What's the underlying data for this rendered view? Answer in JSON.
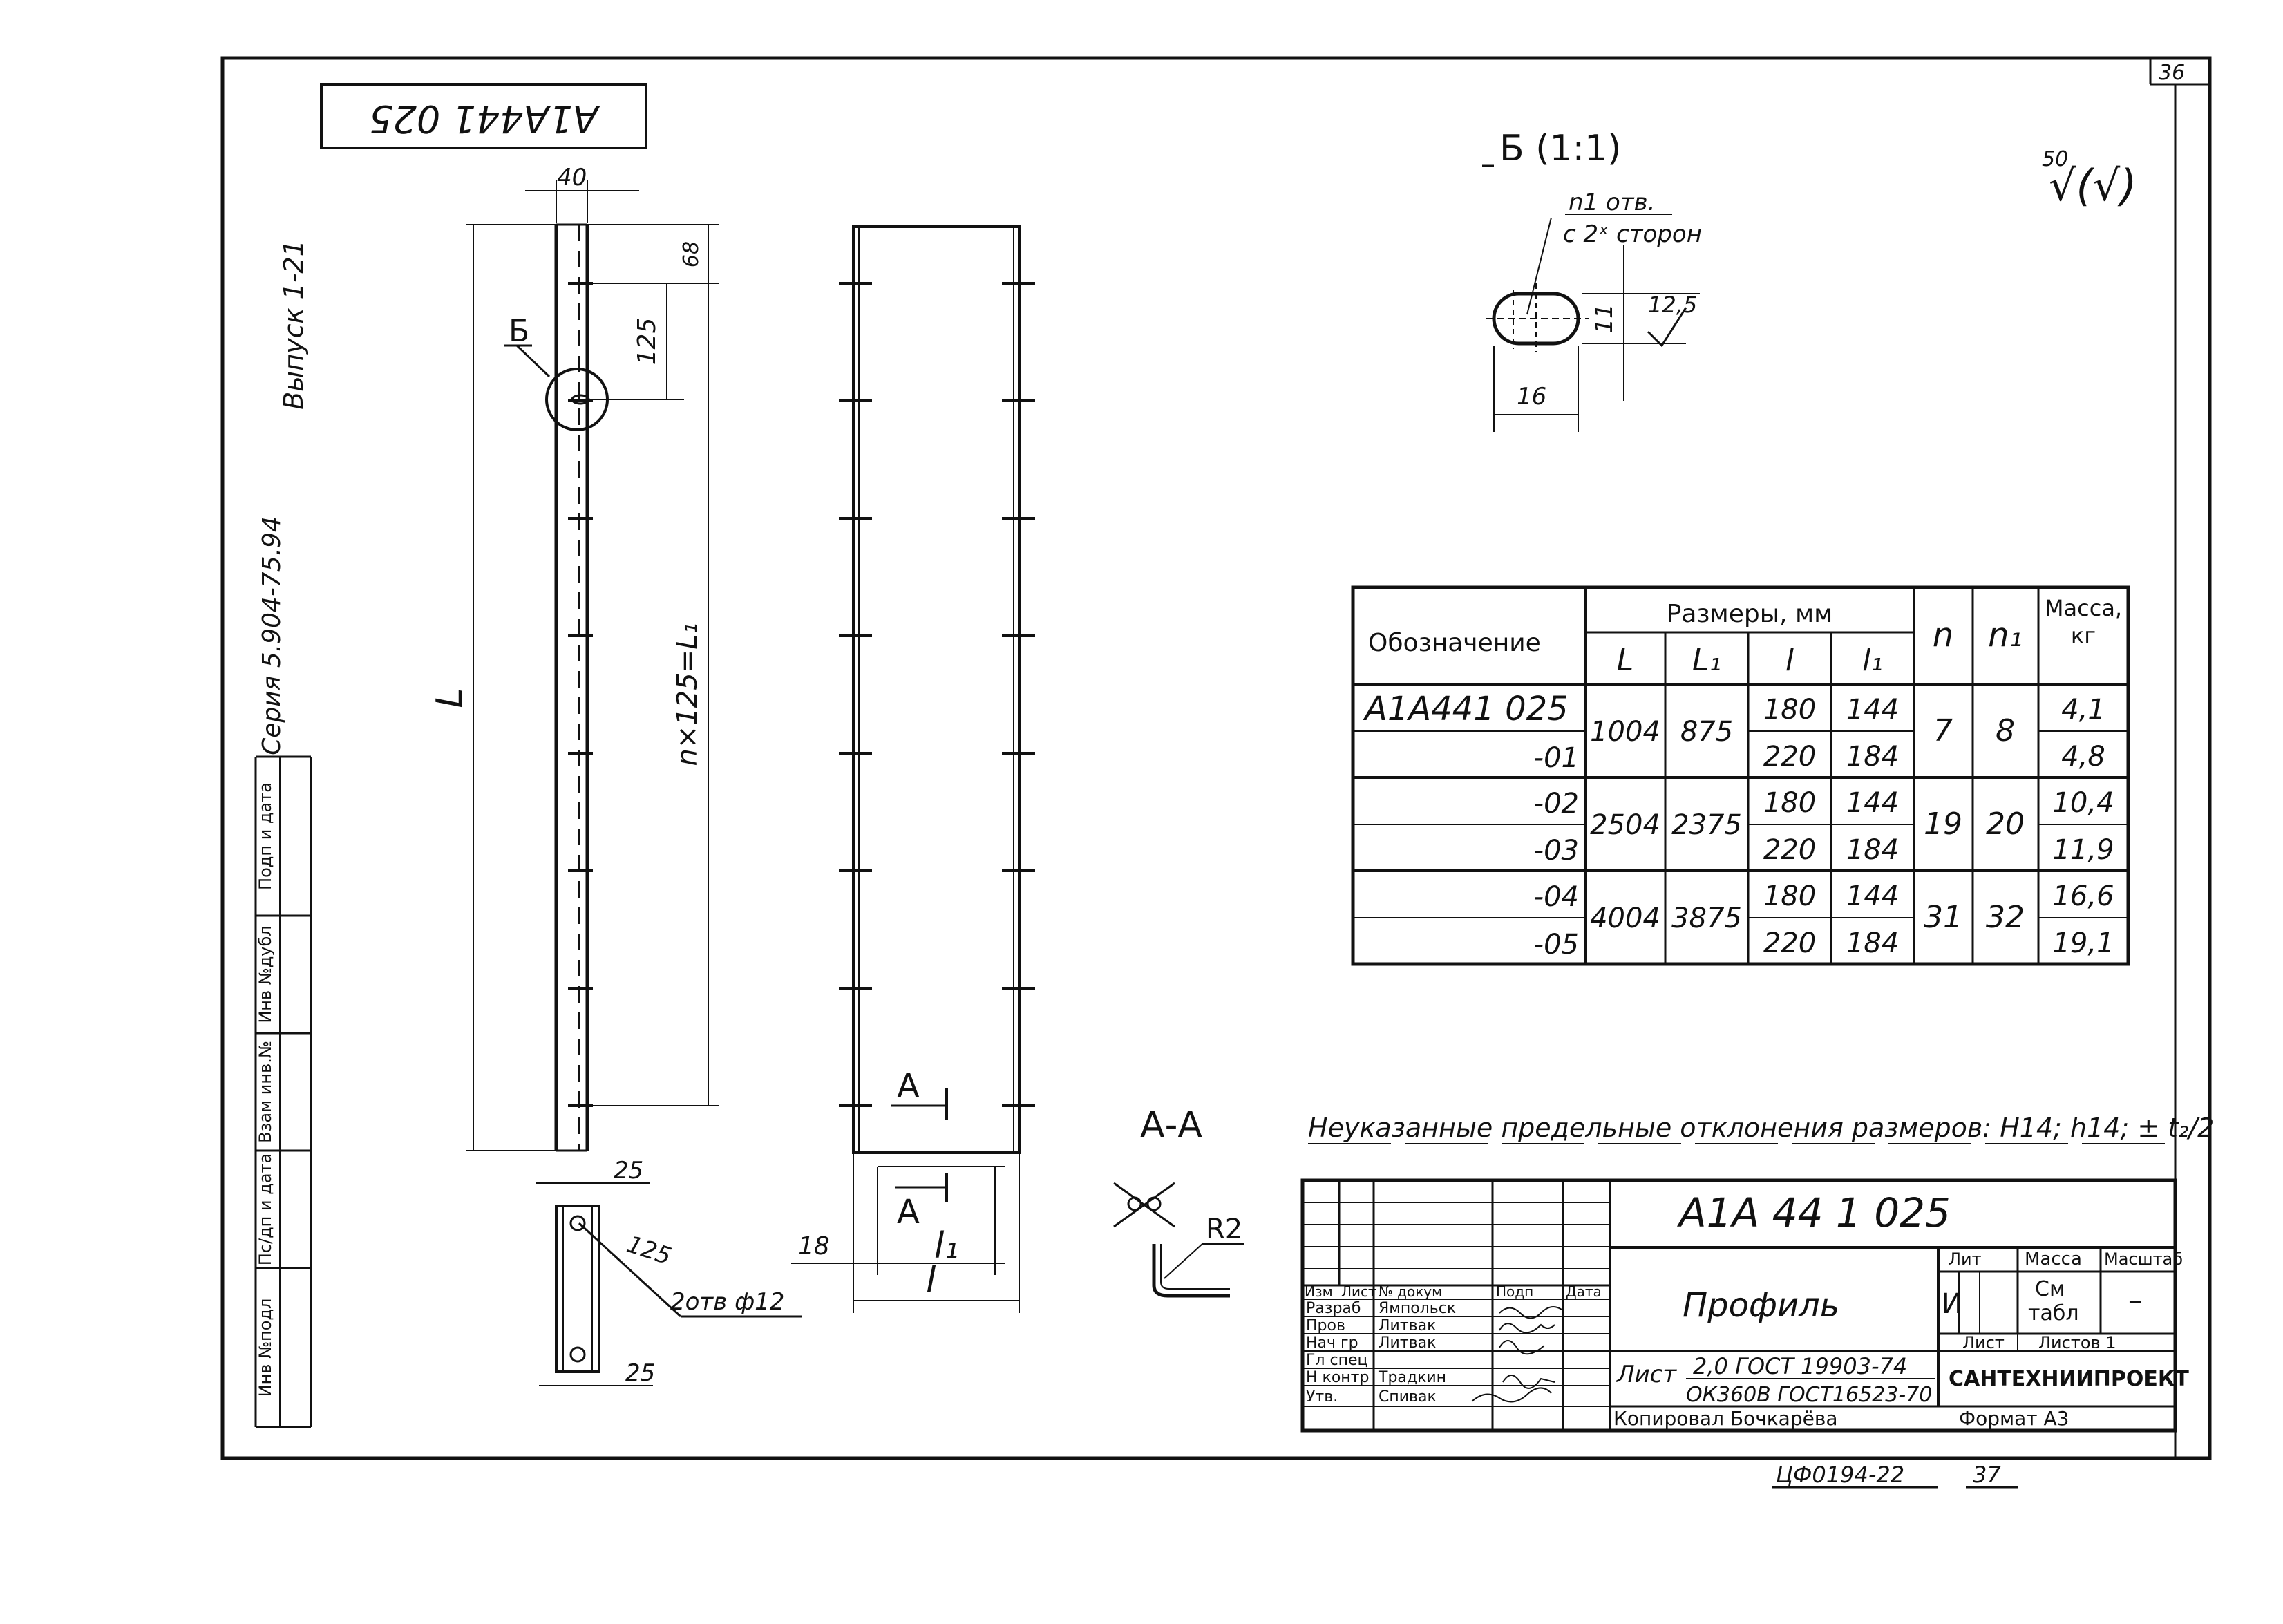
{
  "page_number": "36",
  "rotated_code": "А1А441 025",
  "side_notes": {
    "vypusk": "Выпуск 1-21",
    "seria": "Серия 5.904-75.94"
  },
  "left_strip": [
    "Инв №подл",
    "Пс/дп и дата",
    "Взам инв.№",
    "Инв №дубл",
    "Подп и дата"
  ],
  "view1": {
    "dim_top": "40",
    "dim_68": "68",
    "dim_125": "125",
    "dim_n": "n×125=L₁",
    "label_L": "L",
    "label_b": "Б",
    "dim_25a": "25",
    "dim_125b": "125",
    "dim_25b": "25",
    "holes": "2отв ф12"
  },
  "view2": {
    "label_A1": "А",
    "label_A2": "А",
    "dim_18": "18",
    "dim_l1": "l₁",
    "dim_l": "l"
  },
  "section_aa": {
    "title": "А-А",
    "r2": "R2"
  },
  "detail_b": {
    "title": "Б (1:1)",
    "holes": "n1 отв.",
    "sides": "с 2ˣ сторон",
    "dim_11": "11",
    "rough": "12,5",
    "dim_16": "16"
  },
  "roughness": {
    "value": "50",
    "mark": "√(√)"
  },
  "spec_table": {
    "h_designation": "Обозначение",
    "h_sizes": "Размеры, мм",
    "h_L": "L",
    "h_L1": "L₁",
    "h_l": "l",
    "h_l1": "l₁",
    "h_n": "n",
    "h_n1": "n₁",
    "h_mass": "Масса, кг",
    "rows": [
      {
        "designation": "А1А441 025",
        "L": "1004",
        "L1": "875",
        "l": "180",
        "l1": "144",
        "n": "7",
        "n1": "8",
        "mass": "4,1"
      },
      {
        "designation": "-01",
        "l": "220",
        "l1": "184",
        "mass": "4,8"
      },
      {
        "designation": "-02",
        "L": "2504",
        "L1": "2375",
        "l": "180",
        "l1": "144",
        "n": "19",
        "n1": "20",
        "mass": "10,4"
      },
      {
        "designation": "-03",
        "l": "220",
        "l1": "184",
        "mass": "11,9"
      },
      {
        "designation": "-04",
        "L": "4004",
        "L1": "3875",
        "l": "180",
        "l1": "144",
        "n": "31",
        "n1": "32",
        "mass": "16,6"
      },
      {
        "designation": "-05",
        "l": "220",
        "l1": "184",
        "mass": "19,1"
      }
    ]
  },
  "tolerance_note": "Неуказанные предельные отклонения размеров: H14; h14; ± t₂/2",
  "title_block": {
    "code": "А1А 44 1 025",
    "name": "Профиль",
    "sheet_label": "Лист",
    "material_1": "2,0 ГОСТ 19903-74",
    "material_2": "ОК360В ГОСТ16523-70",
    "lit": "Лит",
    "mass": "Масса",
    "scale": "Масштаб",
    "lit_val": "И",
    "mass_val_1": "См",
    "mass_val_2": "табл",
    "scale_val": "–",
    "list": "Лист",
    "listov": "Листов 1",
    "org": "САНТЕХНИИПРОЕКТ",
    "hdr": {
      "izm": "Изм",
      "list": "Лист",
      "ndoc": "№ докум",
      "podp": "Подп",
      "data": "Дата"
    },
    "roles": [
      {
        "role": "Разраб",
        "name": "Ямпольск"
      },
      {
        "role": "Пров",
        "name": "Литвак"
      },
      {
        "role": "Нач гр",
        "name": "Литвак"
      },
      {
        "role": "Гл спец",
        "name": ""
      },
      {
        "role": "Н контр",
        "name": "Традкин"
      },
      {
        "role": "Утв.",
        "name": "Спивак"
      }
    ],
    "copied": "Копировал Бочкарёва",
    "format": "Формат А3",
    "footer_code": "ЦФ0194-22",
    "footer_num": "37"
  }
}
